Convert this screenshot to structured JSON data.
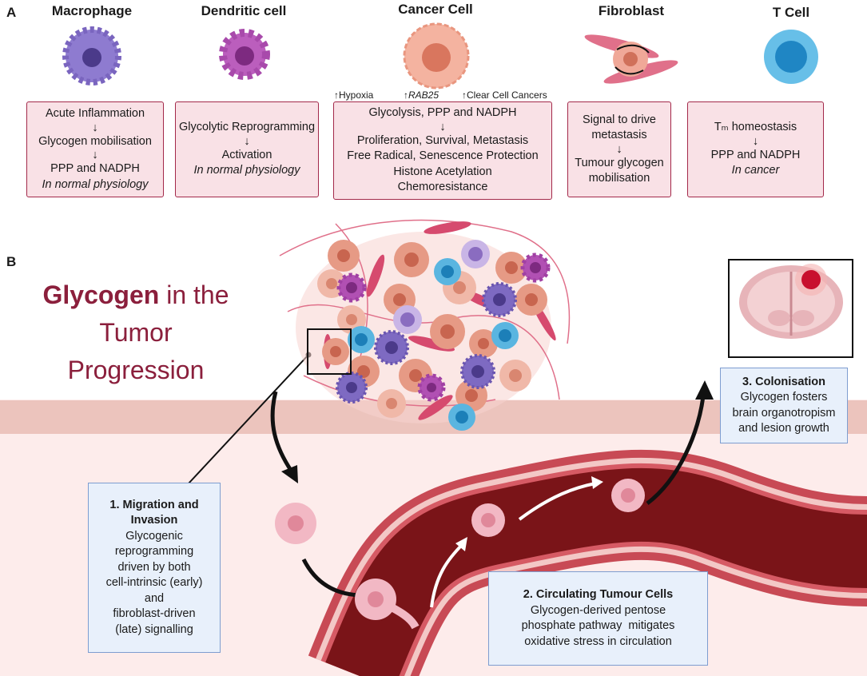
{
  "panel_a": {
    "label": "A",
    "cells": [
      {
        "title": "Macrophage",
        "lines": [
          "Acute Inflammation",
          "↓",
          "Glycogen mobilisation",
          "↓",
          "PPP and NADPH"
        ],
        "note": "In normal physiology"
      },
      {
        "title": "Dendritic cell",
        "lines": [
          "Glycolytic Reprogramming",
          "↓",
          "Activation"
        ],
        "note": "In normal physiology"
      },
      {
        "title": "Cancer Cell",
        "lines": [
          "Glycolysis,  PPP and NADPH",
          "↓",
          "Proliferation, Survival, Metastasis",
          "Free Radical, Senescence Protection",
          "Histone Acetylation",
          "Chemoresistance"
        ],
        "note": ""
      },
      {
        "title": "Fibroblast",
        "lines": [
          "Signal to drive",
          "metastasis",
          "↓",
          "Tumour glycogen",
          "mobilisation"
        ],
        "note": ""
      },
      {
        "title": "T  Cell",
        "lines": [
          "Tₘ homeostasis",
          "↓",
          "PPP and NADPH"
        ],
        "note": "In cancer"
      }
    ],
    "annotations": {
      "hypoxia": "↑Hypoxia",
      "rab25": "↑RAB25",
      "clear_cell": "↑Clear Cell Cancers"
    }
  },
  "panel_b": {
    "label": "B",
    "title_bold": "Glycogen",
    "title_rest1": " in the",
    "title_line2": "Tumor",
    "title_line3": "Progression",
    "step1": {
      "title": "1. Migration and",
      "title2": "Invasion",
      "lines": [
        "Glycogenic",
        "reprogramming",
        "driven by both",
        "cell-intrinsic (early)",
        "and",
        "fibroblast-driven",
        "(late) signalling"
      ]
    },
    "step2": {
      "title": "2. Circulating Tumour Cells",
      "lines": [
        "Glycogen-derived pentose",
        "phosphate pathway  mitigates",
        "oxidative stress in circulation"
      ]
    },
    "step3": {
      "title": "3. Colonisation",
      "lines": [
        "Glycogen fosters",
        "brain organotropism",
        "and lesion growth"
      ]
    }
  },
  "colors": {
    "box_border": "#a3294a",
    "box_fill": "#f9e1e6",
    "blue_box_fill": "#e8f0fb",
    "title_red": "#8b1f3c",
    "vessel_dark": "#7a1418",
    "tissue_band": "#ecc4bd"
  }
}
